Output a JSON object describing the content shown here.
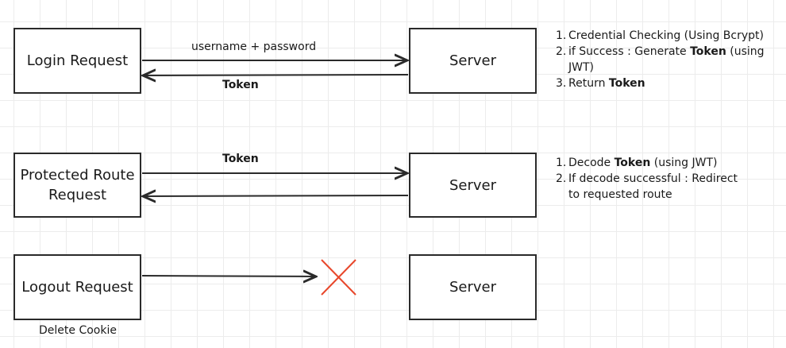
{
  "flows": {
    "login": {
      "client_label": "Login Request",
      "server_label": "Server",
      "request_label": "username + password",
      "response_label": "Token",
      "notes": [
        {
          "num": "1.",
          "parts": [
            {
              "t": "Credential Checking (Using Bcrypt)",
              "b": false
            }
          ]
        },
        {
          "num": "2.",
          "parts": [
            {
              "t": "if Success : Generate ",
              "b": false
            },
            {
              "t": "Token",
              "b": true
            },
            {
              "t": " (using JWT)",
              "b": false
            }
          ]
        },
        {
          "num": "3.",
          "parts": [
            {
              "t": "Return ",
              "b": false
            },
            {
              "t": "Token",
              "b": true
            }
          ]
        }
      ]
    },
    "protected": {
      "client_label_line1": "Protected Route",
      "client_label_line2": "Request",
      "server_label": "Server",
      "request_label": "Token",
      "notes": [
        {
          "num": "1.",
          "parts": [
            {
              "t": "Decode ",
              "b": false
            },
            {
              "t": "Token",
              "b": true
            },
            {
              "t": " (using JWT)",
              "b": false
            }
          ]
        },
        {
          "num": "2.",
          "parts": [
            {
              "t": "If decode successful : Redirect",
              "b": false
            }
          ]
        },
        {
          "num": "",
          "parts": [
            {
              "t": "to requested route",
              "b": false
            }
          ]
        }
      ]
    },
    "logout": {
      "client_label": "Logout Request",
      "server_label": "Server",
      "sub_label": "Delete Cookie"
    }
  },
  "colors": {
    "cross": "#e8472b",
    "stroke": "#2a2a2a"
  }
}
